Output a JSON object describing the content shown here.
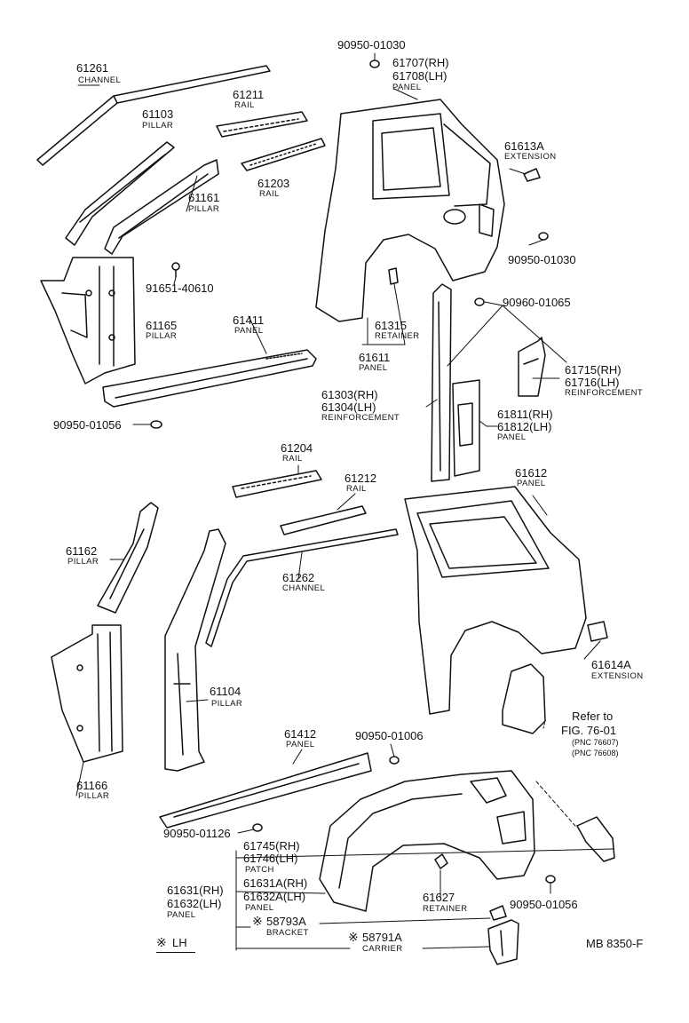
{
  "labels": {
    "l61261": "61261",
    "l61261s": "CHANNEL",
    "l61211": "61211",
    "l61211s": "RAIL",
    "l61103": "61103",
    "l61103s": "PILLAR",
    "l61203": "61203",
    "l61203s": "RAIL",
    "l61161": "61161",
    "l61161s": "PILLAR",
    "l91651": "91651-40610",
    "l61165": "61165",
    "l61165s": "PILLAR",
    "l61411": "61411",
    "l61411s": "PANEL",
    "l90950_01056a": "90950-01056",
    "l90950_01030a": "90950-01030",
    "l61707": "61707(RH)",
    "l61708": "61708(LH)",
    "l61707s": "PANEL",
    "l61613A": "61613A",
    "l61613As": "EXTENSION",
    "l90950_01030b": "90950-01030",
    "l90960_01065": "90960-01065",
    "l61315": "61315",
    "l61315s": "RETAINER",
    "l61611": "61611",
    "l61611s": "PANEL",
    "l61715": "61715(RH)",
    "l61716": "61716(LH)",
    "l61715s": "REINFORCEMENT",
    "l61303": "61303(RH)",
    "l61304": "61304(LH)",
    "l61303s": "REINFORCEMENT",
    "l61811": "61811(RH)",
    "l61812": "61812(LH)",
    "l61811s": "PANEL",
    "l61204": "61204",
    "l61204s": "RAIL",
    "l61212": "61212",
    "l61212s": "RAIL",
    "l61612": "61612",
    "l61612s": "PANEL",
    "l61162": "61162",
    "l61162s": "PILLAR",
    "l61262": "61262",
    "l61262s": "CHANNEL",
    "l61614A": "61614A",
    "l61614As": "EXTENSION",
    "l61104": "61104",
    "l61104s": "PILLAR",
    "lRefer": "Refer to",
    "lFig": "FIG. 76-01",
    "lPnc1": "(PNC 76607)",
    "lPnc2": "(PNC 76608)",
    "l61412": "61412",
    "l61412s": "PANEL",
    "l90950_01006": "90950-01006",
    "l61166": "61166",
    "l61166s": "PILLAR",
    "l90950_01126": "90950-01126",
    "l61745": "61745(RH)",
    "l61746": "61746(LH)",
    "l61745s": "PATCH",
    "l61631": "61631(RH)",
    "l61632": "61632(LH)",
    "l61631s": "PANEL",
    "l61631A": "61631A(RH)",
    "l61632A": "61632A(LH)",
    "l61631As": "PANEL",
    "l61627": "61627",
    "l61627s": "RETAINER",
    "l90950_01056b": "90950-01056",
    "l58793A": "58793A",
    "l58793As": "BRACKET",
    "l58791A": "58791A",
    "l58791As": "CARRIER",
    "lLH": "LH",
    "lMB": "MB  8350-F"
  }
}
